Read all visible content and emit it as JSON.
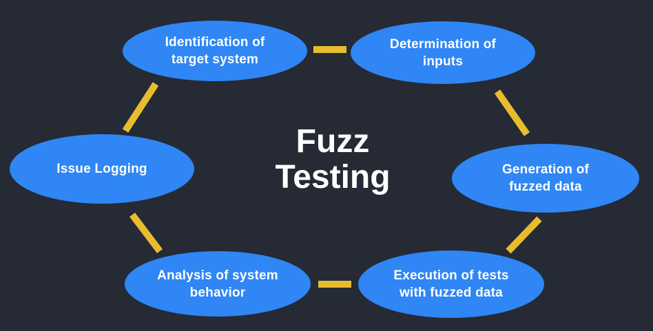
{
  "diagram": {
    "title_lines": [
      "Fuzz",
      "Testing"
    ],
    "steps": [
      {
        "lines": [
          "Identification of",
          "target system"
        ]
      },
      {
        "lines": [
          "Determination of",
          "inputs"
        ]
      },
      {
        "lines": [
          "Generation of",
          "fuzzed data"
        ]
      },
      {
        "lines": [
          "Execution of tests",
          "with fuzzed data"
        ]
      },
      {
        "lines": [
          "Analysis of system",
          "behavior"
        ]
      },
      {
        "lines": [
          "Issue Logging"
        ]
      }
    ]
  },
  "colors": {
    "background": "#252a35",
    "node_fill": "#2f86f4",
    "connector": "#e7bd2f",
    "text": "#ffffff"
  }
}
